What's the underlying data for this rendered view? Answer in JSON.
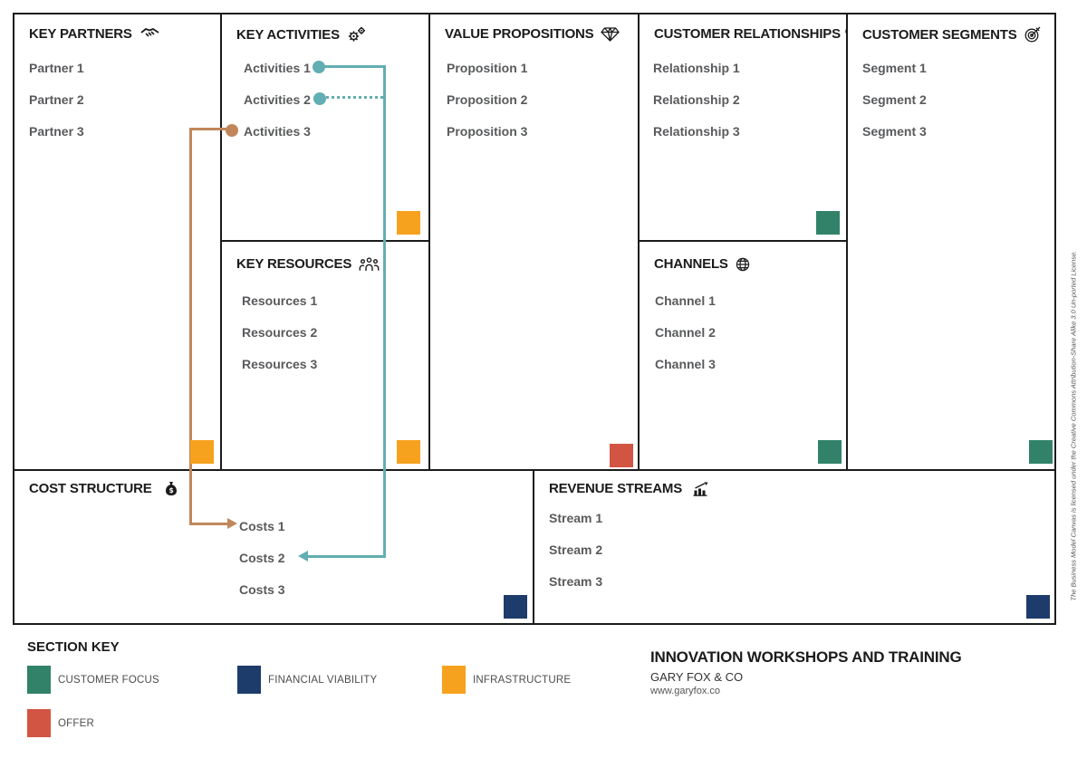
{
  "sections": {
    "key_partners": {
      "title": "KEY PARTNERS",
      "icon": "handshake-icon",
      "items": [
        "Partner 1",
        "Partner 2",
        "Partner 3"
      ],
      "marker": "infrastructure"
    },
    "key_activities": {
      "title": "KEY ACTIVITIES",
      "icon": "gears-icon",
      "items": [
        "Activities 1",
        "Activities 2",
        "Activities 3"
      ],
      "marker": "infrastructure"
    },
    "key_resources": {
      "title": "KEY RESOURCES",
      "icon": "people-icon",
      "items": [
        "Resources 1",
        "Resources 2",
        "Resources 3"
      ],
      "marker": "infrastructure"
    },
    "value_propositions": {
      "title": "VALUE PROPOSITIONS",
      "icon": "gem-icon",
      "items": [
        "Proposition 1",
        "Proposition 2",
        "Proposition 3"
      ],
      "marker": "offer"
    },
    "customer_relationships": {
      "title": "CUSTOMER RELATIONSHIPS",
      "icon": "heart-icon",
      "items": [
        "Relationship 1",
        "Relationship 2",
        "Relationship 3"
      ],
      "marker": "customer_focus"
    },
    "channels": {
      "title": "CHANNELS",
      "icon": "globe-icon",
      "items": [
        "Channel 1",
        "Channel 2",
        "Channel 3"
      ],
      "marker": "customer_focus"
    },
    "customer_segments": {
      "title": "CUSTOMER SEGMENTS",
      "icon": "target-icon",
      "items": [
        "Segment 1",
        "Segment 2",
        "Segment 3"
      ],
      "marker": "customer_focus"
    },
    "cost_structure": {
      "title": "COST STRUCTURE",
      "icon": "money-bag-icon",
      "items": [
        "Costs 1",
        "Costs 2",
        "Costs 3"
      ],
      "marker": "financial_viability"
    },
    "revenue_streams": {
      "title": "REVENUE STREAMS",
      "icon": "bar-chart-icon",
      "items": [
        "Stream 1",
        "Stream 2",
        "Stream 3"
      ],
      "marker": "financial_viability"
    }
  },
  "connections": [
    {
      "from": "Activities 1",
      "to": "Costs 2",
      "color": "#62AEB2",
      "style": "solid"
    },
    {
      "from": "Activities 2",
      "to": "Costs 2",
      "color": "#62AEB2",
      "style": "dotted"
    },
    {
      "from": "Activities 3",
      "to": "Costs 1",
      "color": "#C1875B",
      "style": "solid"
    }
  ],
  "legend": {
    "title": "SECTION KEY",
    "entries": [
      {
        "label": "CUSTOMER FOCUS",
        "color": "#318268"
      },
      {
        "label": "FINANCIAL VIABILITY",
        "color": "#1D3C6B"
      },
      {
        "label": "INFRASTRUCTURE",
        "color": "#F6A21E"
      },
      {
        "label": "OFFER",
        "color": "#D25442"
      }
    ]
  },
  "branding": {
    "heading": "INNOVATION WORKSHOPS AND TRAINING",
    "company": "GARY FOX & CO",
    "website": "www.garyfox.co"
  },
  "license": "The Business Model Canvas is licensed under the Creative Commons Attribution-Share Alike 3.0 Un-ported License.",
  "colors": {
    "customer_focus": "#318268",
    "financial_viability": "#1D3C6B",
    "infrastructure": "#F6A21E",
    "offer": "#D25442",
    "connector_teal": "#62AEB2",
    "connector_brown": "#C1875B",
    "border": "#1b1b1b"
  }
}
